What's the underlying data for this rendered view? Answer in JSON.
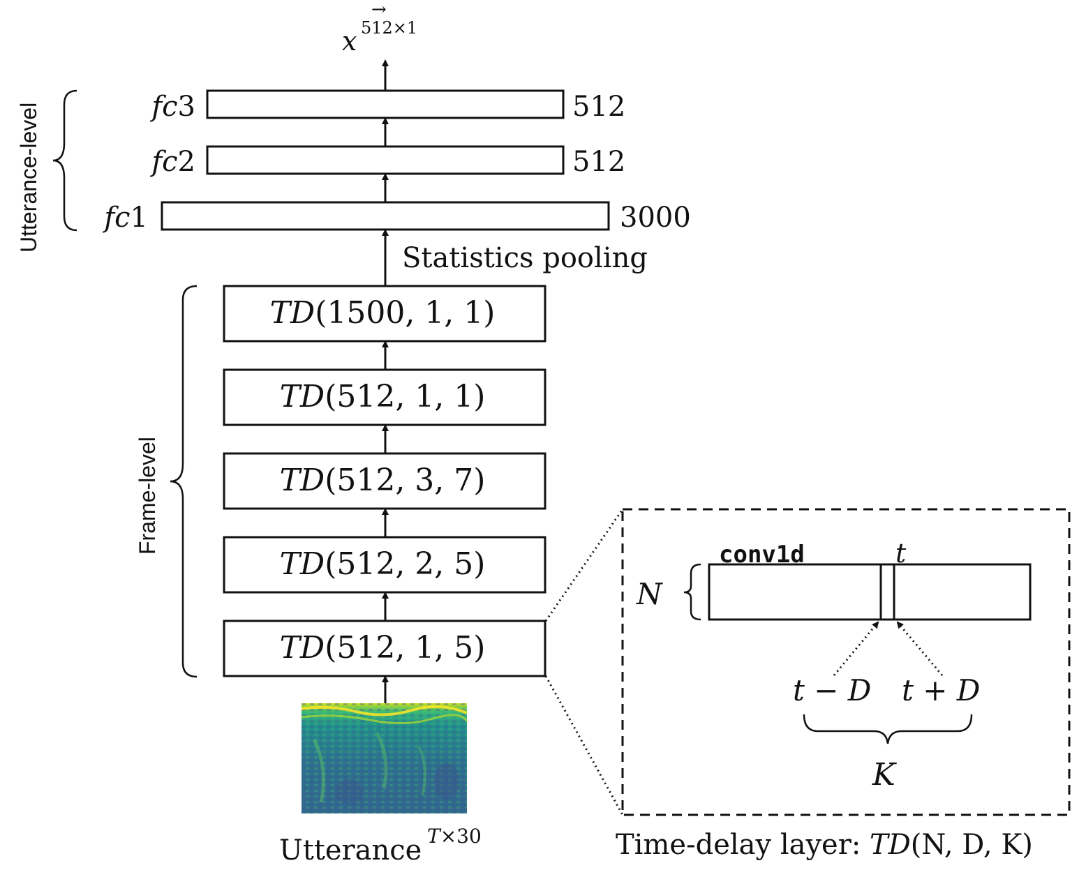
{
  "output": {
    "symbol": "x",
    "vector_arrow": "→",
    "superscript": "512×1"
  },
  "groups": {
    "utterance_level": "Utterance-level",
    "frame_level": "Frame-level"
  },
  "fc_layers": [
    {
      "name_italic": "fc",
      "name_index": "3",
      "size": "512"
    },
    {
      "name_italic": "fc",
      "name_index": "2",
      "size": "512"
    },
    {
      "name_italic": "fc",
      "name_index": "1",
      "size": "3000"
    }
  ],
  "pooling_label": "Statistics pooling",
  "td_layers": [
    {
      "prefix": "TD",
      "args": "(1500, 1, 1)"
    },
    {
      "prefix": "TD",
      "args": "(512, 1, 1)"
    },
    {
      "prefix": "TD",
      "args": "(512, 3, 7)"
    },
    {
      "prefix": "TD",
      "args": "(512, 2, 5)"
    },
    {
      "prefix": "TD",
      "args": "(512, 1, 5)"
    }
  ],
  "input": {
    "label": "Utterance",
    "superscript_italic": "T",
    "superscript_rest": "×30"
  },
  "inset": {
    "conv_label": "conv1d",
    "t_label": "t",
    "n_label": "N",
    "left_offset": "t − D",
    "right_offset": "t + D",
    "k_label": "K",
    "caption_prefix": "Time-delay layer: ",
    "caption_italic": "TD",
    "caption_args": "(N, D, K)"
  },
  "colors": {
    "ink": "#111111",
    "spectrogram_low": "#3b528b",
    "spectrogram_mid": "#21918c",
    "spectrogram_high": "#fde725"
  }
}
